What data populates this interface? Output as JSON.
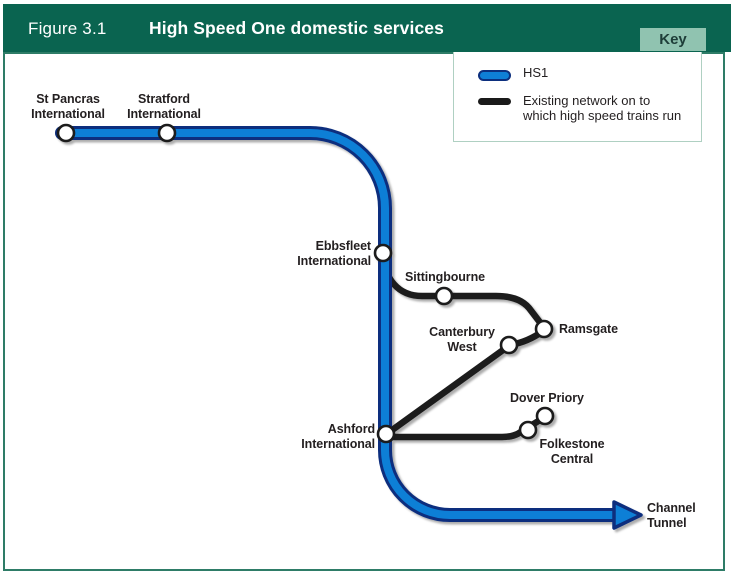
{
  "header": {
    "figure_label": "Figure 3.1",
    "title": "High Speed One domestic services",
    "key_label": "Key"
  },
  "legend": {
    "hs1_label": "HS1",
    "existing_line1": "Existing network on to",
    "existing_line2": "which high speed trains run"
  },
  "stations": {
    "st_pancras": {
      "line1": "St Pancras",
      "line2": "International"
    },
    "stratford": {
      "line1": "Stratford",
      "line2": "International"
    },
    "ebbsfleet": {
      "line1": "Ebbsfleet",
      "line2": "International"
    },
    "sittingbourne": {
      "line1": "Sittingbourne"
    },
    "ramsgate": {
      "line1": "Ramsgate"
    },
    "canterbury": {
      "line1": "Canterbury",
      "line2": "West"
    },
    "ashford": {
      "line1": "Ashford",
      "line2": "International"
    },
    "dover": {
      "line1": "Dover Priory"
    },
    "folkestone": {
      "line1": "Folkestone",
      "line2": "Central"
    },
    "channel_tunnel": {
      "line1": "Channel",
      "line2": "Tunnel"
    }
  },
  "colors": {
    "header_green": "#0a6450",
    "key_tab_green": "#90c3b0",
    "frame_border_green": "#2e7c67",
    "hs1_blue": "#0e7fd6",
    "hs1_border_navy": "#0c2f7e",
    "existing_network_black": "#1a1a1a",
    "label_text": "#231f20"
  }
}
